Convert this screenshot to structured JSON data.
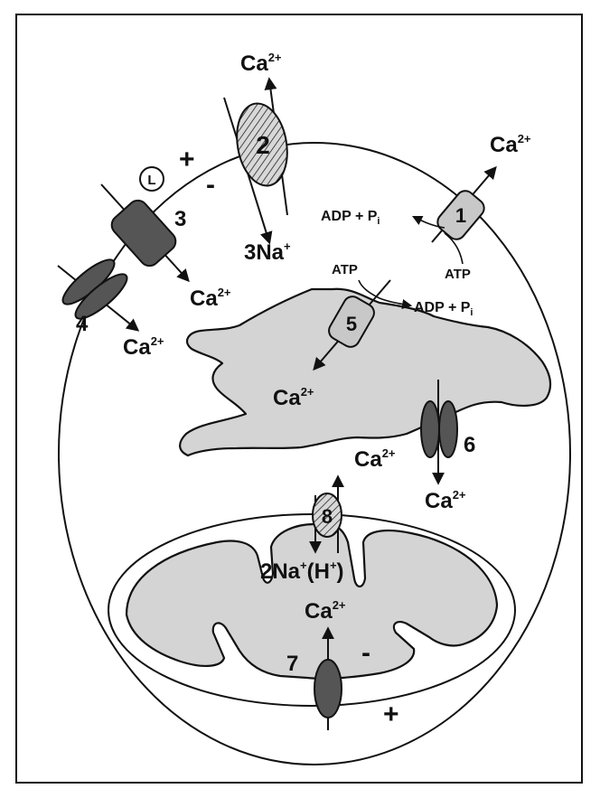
{
  "diagram": {
    "colors": {
      "outline": "#111111",
      "organelle_fill": "#d4d4d4",
      "dark_protein": "#555555",
      "light_protein": "#c8c8c8",
      "hatched_protein": "#d8d8d8"
    },
    "signs": {
      "plus_membrane": "+",
      "minus_membrane": "-",
      "plus_mito": "+",
      "minus_mito": "-"
    },
    "proteins": [
      {
        "id": "1",
        "label": "1"
      },
      {
        "id": "2",
        "label": "2"
      },
      {
        "id": "3",
        "label": "3",
        "ligand": "L"
      },
      {
        "id": "4",
        "label": "4"
      },
      {
        "id": "5",
        "label": "5"
      },
      {
        "id": "6",
        "label": "6"
      },
      {
        "id": "7",
        "label": "7"
      },
      {
        "id": "8",
        "label": "8"
      }
    ],
    "ions": {
      "ca": "Ca",
      "ca_charge": "2+",
      "na3": "3Na",
      "na_charge": "+",
      "na2": "2Na",
      "h": "(H",
      "h_charge": "+",
      "h_close": ")"
    },
    "labels": {
      "adp_pi": "ADP + P",
      "pi_sub": "i",
      "atp": "ATP"
    }
  }
}
